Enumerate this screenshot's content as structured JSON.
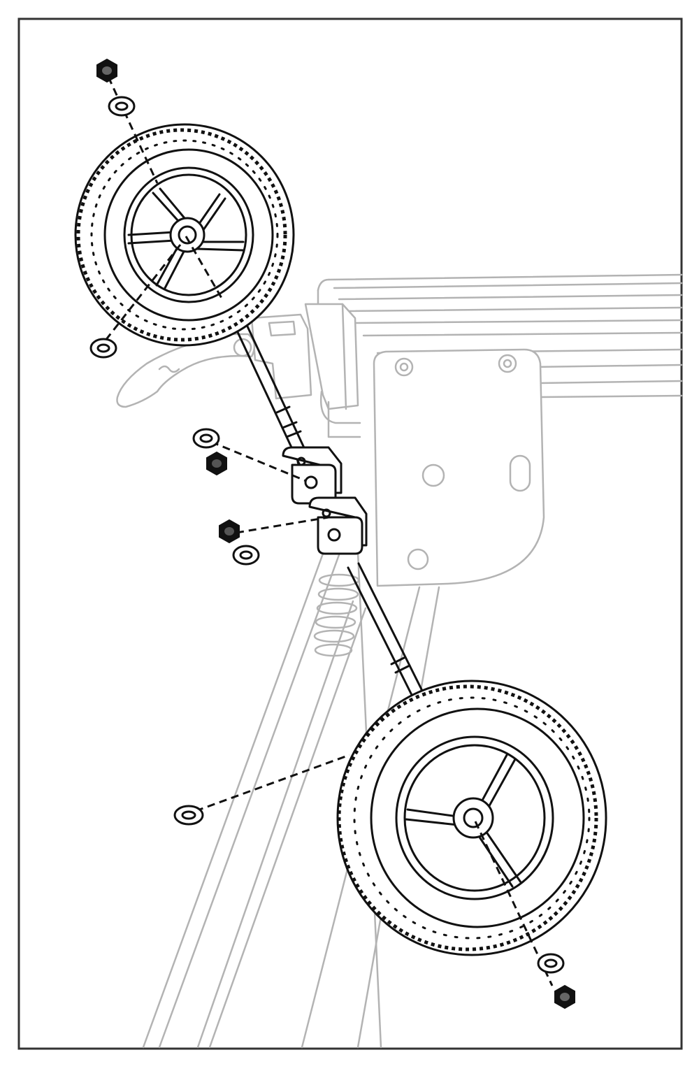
{
  "diagram": {
    "figure_type": "exploded assembly illustration",
    "labels": [],
    "parts": {
      "wheels": 2,
      "washers": 6,
      "lock_nuts": 4,
      "brackets": 2,
      "axles": 2
    },
    "colors": {
      "ink": "#111111",
      "ghost": "#b3b3b3",
      "background": "#ffffff"
    }
  }
}
